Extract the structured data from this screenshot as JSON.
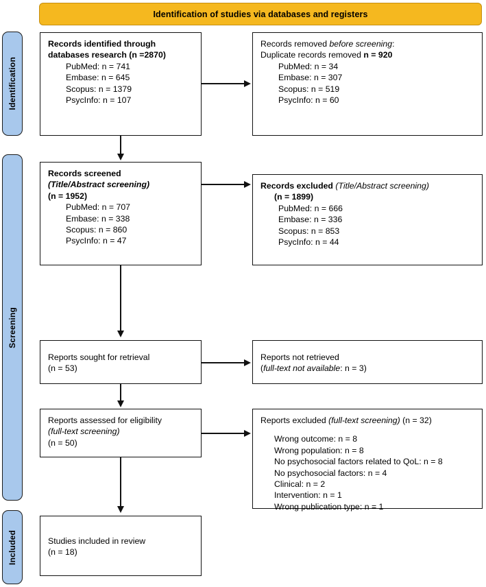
{
  "banner": {
    "title": "Identification of studies via databases and registers"
  },
  "stages": [
    {
      "id": "identification",
      "label": "Identification"
    },
    {
      "id": "screening",
      "label": "Screening"
    },
    {
      "id": "included",
      "label": "Included"
    }
  ],
  "boxes": {
    "identified": {
      "heading_line1": "Records identified through",
      "heading_line2": "databases research (n =2870)",
      "sources": [
        "PubMed: n = 741",
        "Embase: n = 645",
        "Scopus: n = 1379",
        "PsycInfo: n = 107"
      ]
    },
    "removed": {
      "heading_prefix": "Records removed ",
      "heading_italic": "before screening",
      "heading_suffix": ":",
      "subheading_prefix": "Duplicate records removed ",
      "subheading_bold": "n = 920",
      "sources": [
        "PubMed: n = 34",
        "Embase: n = 307",
        "Scopus: n = 519",
        "PsycInfo: n = 60"
      ]
    },
    "screened": {
      "heading": "Records screened",
      "subheading": "(Title/Abstract screening)",
      "count": "(n = 1952)",
      "sources": [
        "PubMed: n = 707",
        "Embase: n = 338",
        "Scopus: n = 860",
        "PsycInfo: n = 47"
      ]
    },
    "excluded_ta": {
      "heading_bold": "Records excluded ",
      "heading_italic": "(Title/Abstract screening)",
      "count": "(n = 1899)",
      "sources": [
        "PubMed: n = 666",
        "Embase: n = 336",
        "Scopus: n = 853",
        "PsycInfo: n = 44"
      ]
    },
    "sought": {
      "heading": "Reports sought for retrieval",
      "count": "(n = 53)"
    },
    "not_retrieved": {
      "heading": "Reports not retrieved",
      "detail_open": "(",
      "detail_italic": "full-text not available",
      "detail_close": ": n = 3)"
    },
    "eligibility": {
      "heading": "Reports assessed for eligibility",
      "subheading": "(full-text screening)",
      "count": "(n = 50)"
    },
    "excluded_ft": {
      "heading_prefix": "Reports excluded ",
      "heading_italic": "(full-text screening)",
      "heading_suffix": " (n = 32)",
      "reasons": [
        "Wrong outcome: n = 8",
        "Wrong population: n = 8",
        "No psychosocial factors related to QoL: n = 8",
        "No psychosocial factors: n = 4",
        "Clinical: n = 2",
        "Intervention: n = 1",
        "Wrong publication type: n = 1"
      ]
    },
    "included": {
      "heading": "Studies included in review",
      "count": "(n = 18)"
    }
  },
  "colors": {
    "banner_fill": "#F5B81F",
    "stage_fill": "#A8C8EC",
    "box_border": "#111111",
    "text": "#000000"
  }
}
